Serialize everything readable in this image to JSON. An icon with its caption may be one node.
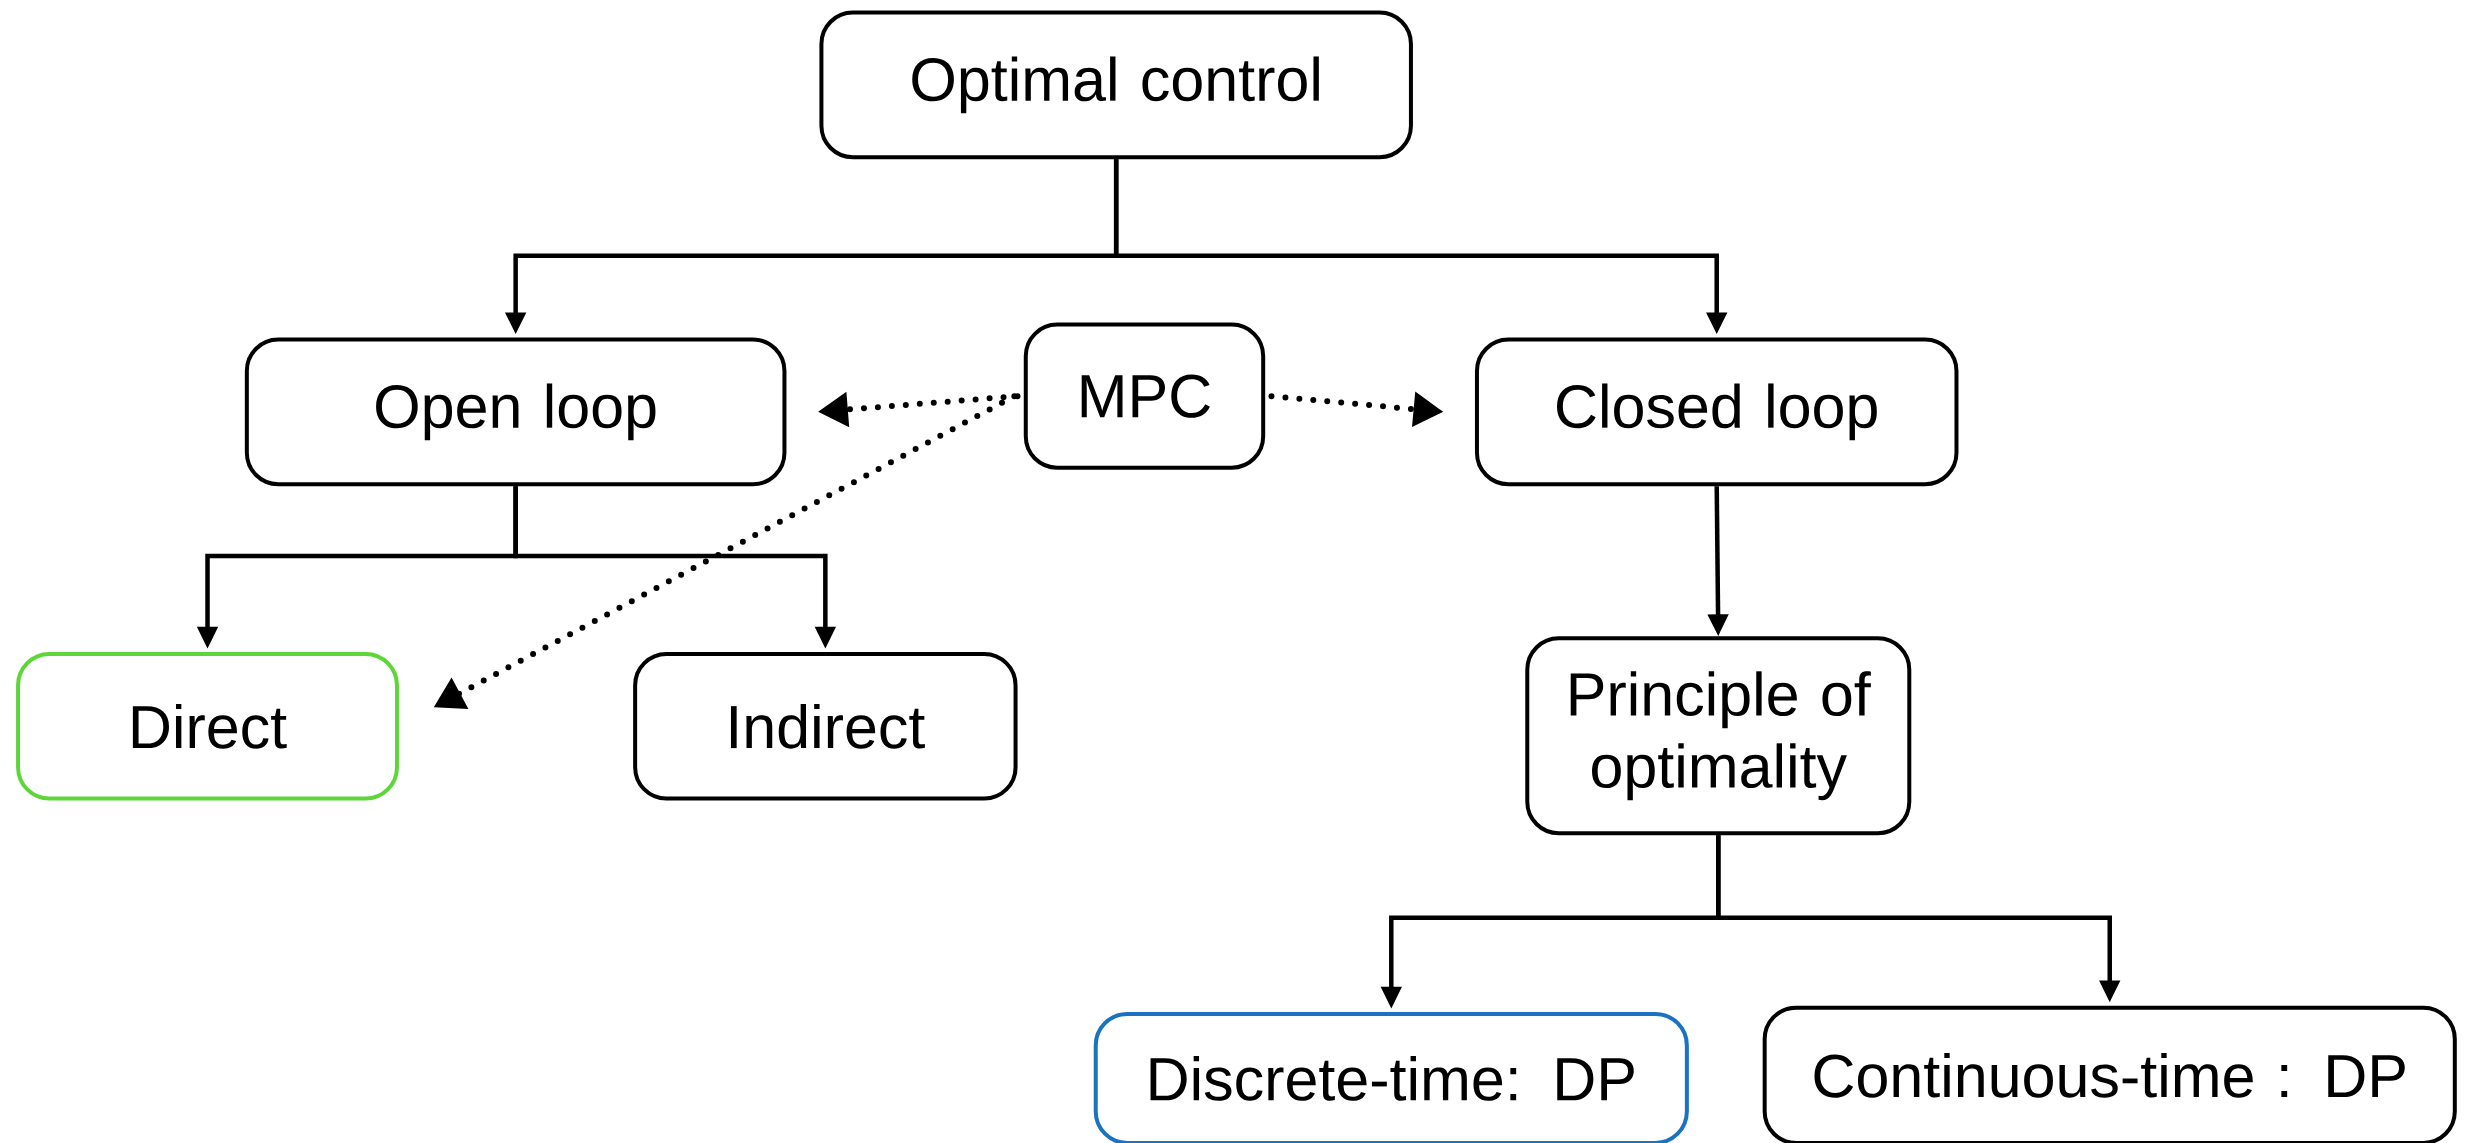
{
  "diagram": {
    "nodes": [
      {
        "text": [
          "Optimal control"
        ]
      },
      {
        "text": [
          "Open loop"
        ]
      },
      {
        "text": [
          "MPC"
        ]
      },
      {
        "text": [
          "Closed loop"
        ]
      },
      {
        "text": [
          "Direct"
        ]
      },
      {
        "text": [
          "Indirect"
        ]
      },
      {
        "text": [
          "Principle of optimality"
        ]
      },
      {
        "text": [
          "Discrete-time: DP"
        ]
      },
      {
        "text": [
          "Continuous-time : DP"
        ]
      }
    ],
    "edges": [
      {
        "from": 0,
        "to": 1,
        "arrow": "to"
      },
      {
        "from": 0,
        "to": 3,
        "arrow": "to"
      },
      {
        "from": 2,
        "to": 1,
        "arrow": "to",
        "style": "dashed"
      },
      {
        "from": 2,
        "to": 3,
        "arrow": "to",
        "style": "dashed"
      },
      {
        "from": 2,
        "to": 4,
        "arrow": "to",
        "style": "dashed"
      },
      {
        "from": 1,
        "to": 4,
        "arrow": "to"
      },
      {
        "from": 1,
        "to": 5,
        "arrow": "to"
      },
      {
        "from": 3,
        "to": 6,
        "arrow": "to"
      },
      {
        "from": 6,
        "to": 7,
        "arrow": "to"
      },
      {
        "from": 6,
        "to": 8,
        "arrow": "to"
      }
    ]
  }
}
